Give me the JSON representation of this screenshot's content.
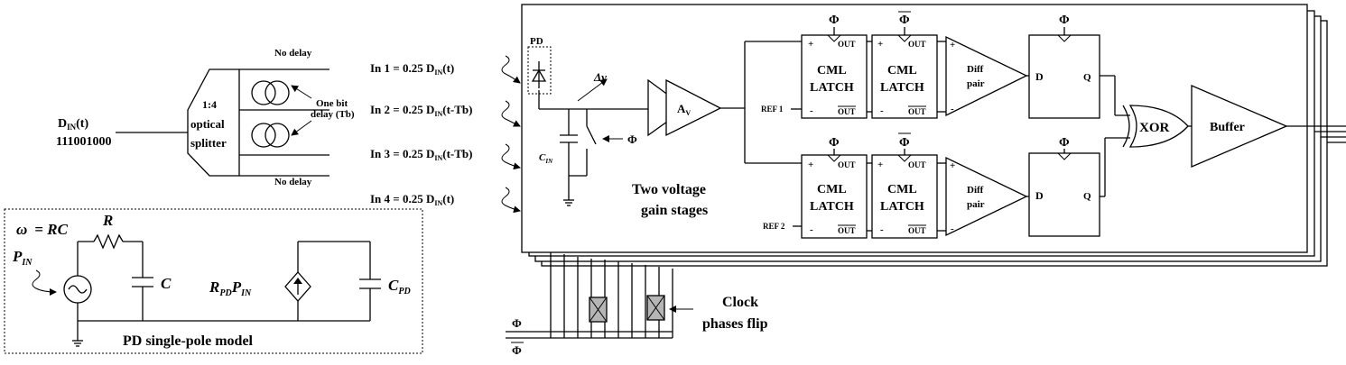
{
  "input": {
    "name_base": "D",
    "name_sub": "IN",
    "name_suffix": "(t)",
    "bits": "111001000"
  },
  "splitter": {
    "line1": "1:4",
    "line2": "optical",
    "line3": "splitter"
  },
  "delays": {
    "no_delay_top": "No delay",
    "one_bit_1": "One bit",
    "one_bit_2": "delay (Tb)",
    "no_delay_bottom": "No delay"
  },
  "inputs": [
    {
      "prefix": "In 1 = 0.25 D",
      "sub": "IN",
      "suffix": "(t)"
    },
    {
      "prefix": "In 2 = 0.25 D",
      "sub": "IN",
      "suffix": "(t-Tb)"
    },
    {
      "prefix": "In 3 = 0.25 D",
      "sub": "IN",
      "suffix": "(t-Tb)"
    },
    {
      "prefix": "In 4 = 0.25 D",
      "sub": "IN",
      "suffix": "(t)"
    }
  ],
  "pd": {
    "label": "PD",
    "delta_v": "Δv",
    "cap_base": "C",
    "cap_sub": "IN",
    "phi": "Φ"
  },
  "gain": {
    "av_base": "A",
    "av_sub": "V",
    "line1": "Two voltage",
    "line2": "gain stages"
  },
  "latch": {
    "line1": "CML",
    "line2": "LATCH",
    "plus": "+",
    "minus": "-",
    "out": "OUT",
    "out_bar": "OUT"
  },
  "phi": {
    "phi": "Φ",
    "phi_bar": "Φ"
  },
  "refs": {
    "ref1": "REF 1",
    "ref2": "REF 2"
  },
  "diff": {
    "line1": "Diff",
    "line2": "pair"
  },
  "ff": {
    "d": "D",
    "q": "Q"
  },
  "xor": "XOR",
  "buffer": "Buffer",
  "clock": {
    "line1": "Clock",
    "line2": "phases flip",
    "phi": "Φ",
    "phi_bar": "Φ"
  },
  "model": {
    "omega": "ω",
    "omega_rc": "= RC",
    "r": "R",
    "pin_base": "P",
    "pin_sub": "IN",
    "c": "C",
    "rpd_base": "R",
    "rpd_sub": "PD",
    "rpd_p": "P",
    "rpd_p_sub": "IN",
    "cpd_base": "C",
    "cpd_sub": "PD",
    "caption": "PD single-pole model"
  }
}
